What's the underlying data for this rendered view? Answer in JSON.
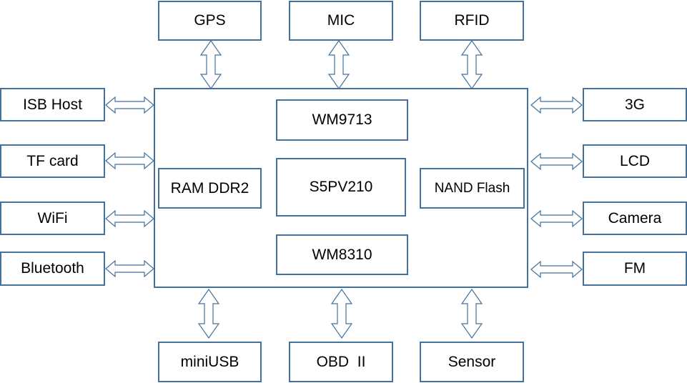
{
  "top": [
    "GPS",
    "MIC",
    "RFID"
  ],
  "left": [
    "ISB Host",
    "TF card",
    "WiFi",
    "Bluetooth"
  ],
  "right": [
    "3G",
    "LCD",
    "Camera",
    "FM"
  ],
  "bottom": [
    "miniUSB",
    "OBD  II",
    "Sensor"
  ],
  "center": {
    "top_chip": "WM9713",
    "cpu": "S5PV210",
    "bottom_chip": "WM8310",
    "ram": "RAM DDR2",
    "flash": "NAND Flash"
  },
  "colors": {
    "border": "#41719c",
    "fill": "#ffffff",
    "text": "#000000"
  }
}
